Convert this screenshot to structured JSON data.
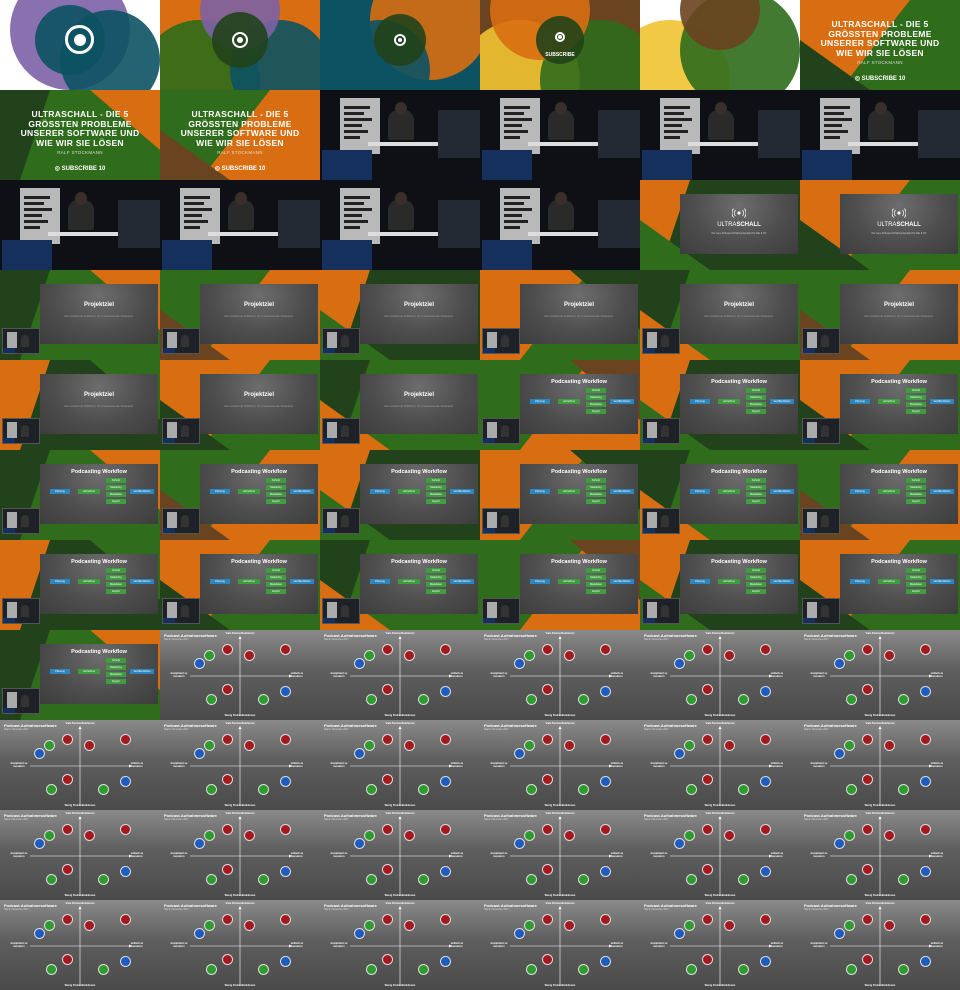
{
  "colors": {
    "orange": "#d86e11",
    "green": "#2f6c1b",
    "teal": "#0c5263",
    "purple": "#7c62a6",
    "brown": "#6a4320",
    "yellow": "#f1c331",
    "darkgreen": "#21421a",
    "red": "#a3191d",
    "blue": "#2e86c1"
  },
  "title_card": {
    "title_line1": "ULTRASCHALL - DIE 5",
    "title_line2": "GRÖSSTEN PROBLEME",
    "title_line3": "UNSERER SOFTWARE UND",
    "title_line4": "WIE WIR SIE LÖSEN",
    "speaker": "RALF STOCKMANN",
    "subscribe": "SUBSCRIBE",
    "subscribe_suffix": "10"
  },
  "intro": {
    "subscribe": "SUBSCRIBE"
  },
  "ultraschall": {
    "logo_light": "ULTRA",
    "logo_bold": "SCHALL",
    "tagline": "Der neue Podcast-Aufnahmestandard für Mac & PC"
  },
  "projektziel": {
    "title": "Projektziel",
    "desc": "Die einfachste Plattform für professionelle Podcasts."
  },
  "workflow": {
    "title": "Podcasting Workflow",
    "steps": [
      "Planung",
      "Aufnahme",
      "Veröffentlichen"
    ],
    "stack": [
      "Schnitt",
      "Mastering",
      "Metadaten",
      "Export"
    ]
  },
  "matrix": {
    "title": "Podcast-Aufnahmesoftware",
    "subtitle": "Stand: November 2017",
    "axis_top": "Viele Podcastfunktionen",
    "axis_bottom": "Wenig Podcastfunktionen",
    "axis_left": "kompliziert zu benutzen",
    "axis_right": "einfach zu benutzen"
  },
  "sequence": [
    "intro",
    "intro",
    "intro",
    "intro",
    "intro",
    "title",
    "title",
    "title",
    "stage",
    "stage",
    "stage",
    "stage",
    "stage",
    "stage",
    "stage",
    "stage",
    "ultra",
    "ultra",
    "proj",
    "proj",
    "proj",
    "proj",
    "proj",
    "proj",
    "proj",
    "proj",
    "proj",
    "work",
    "work",
    "work",
    "work",
    "work",
    "work",
    "work",
    "work",
    "work",
    "work",
    "work",
    "work",
    "work",
    "work",
    "work",
    "work",
    "matrix",
    "matrix",
    "matrix",
    "matrix",
    "matrix",
    "matrix",
    "matrix",
    "matrix",
    "matrix",
    "matrix",
    "matrix",
    "matrix",
    "matrix",
    "matrix",
    "matrix",
    "matrix",
    "matrix",
    "matrix",
    "matrix",
    "matrix",
    "matrix",
    "matrix",
    "matrix"
  ]
}
